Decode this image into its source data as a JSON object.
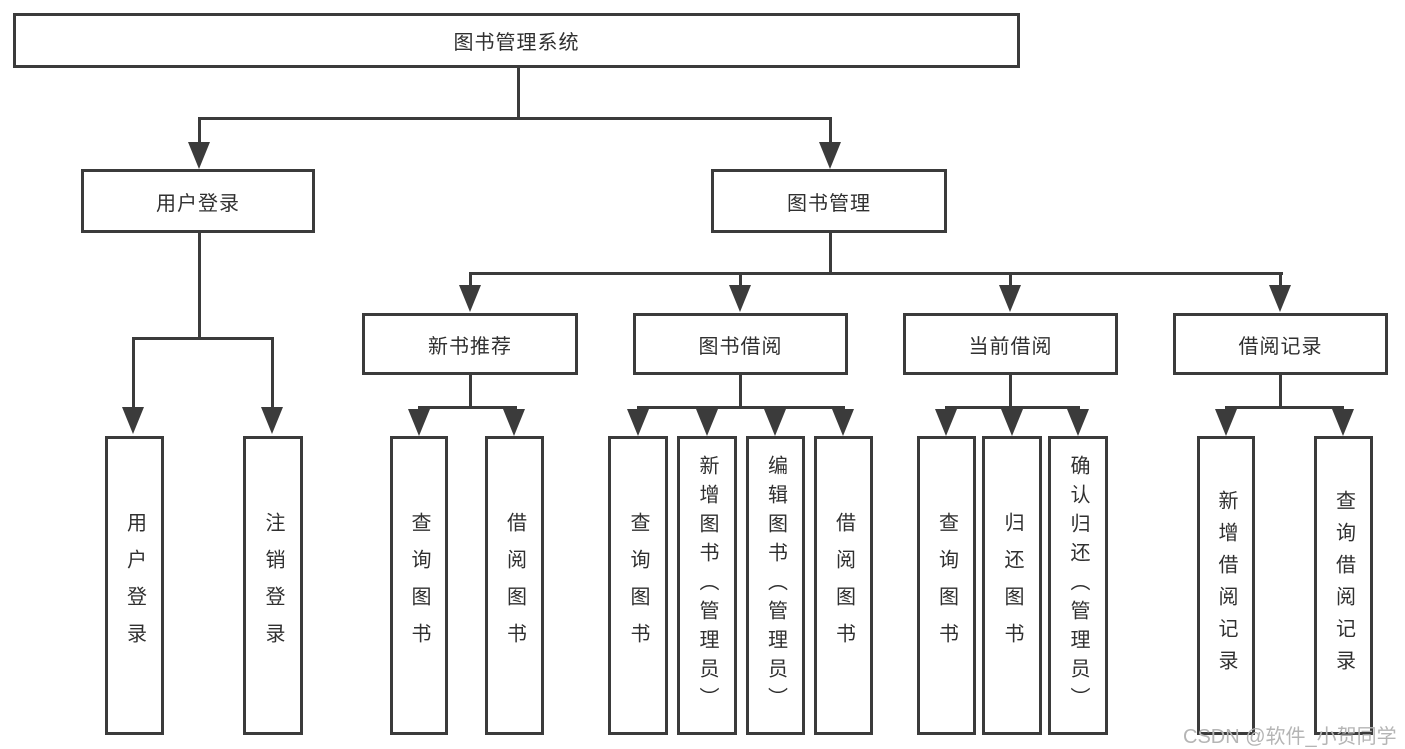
{
  "tree": {
    "root": "图书管理系统",
    "level2": [
      {
        "label": "用户登录"
      },
      {
        "label": "图书管理"
      }
    ],
    "level3": [
      {
        "label": "新书推荐"
      },
      {
        "label": "图书借阅"
      },
      {
        "label": "当前借阅"
      },
      {
        "label": "借阅记录"
      }
    ],
    "leaves": {
      "user_login": [
        "用户登录",
        "注销登录"
      ],
      "new_book_recommend": [
        "查询图书",
        "借阅图书"
      ],
      "book_borrow": [
        "查询图书",
        "新增图书（管理员）",
        "编辑图书（管理员）",
        "借阅图书"
      ],
      "current_borrow": [
        "查询图书",
        "归还图书",
        "确认归还（管理员）"
      ],
      "borrow_records": [
        "新增借阅记录",
        "查询借阅记录"
      ]
    }
  },
  "watermark": "CSDN @软件_小贺同学",
  "colors": {
    "line": "#3b3b3b",
    "text": "#303030",
    "watermark": "#b5b5b5",
    "background": "#ffffff"
  }
}
